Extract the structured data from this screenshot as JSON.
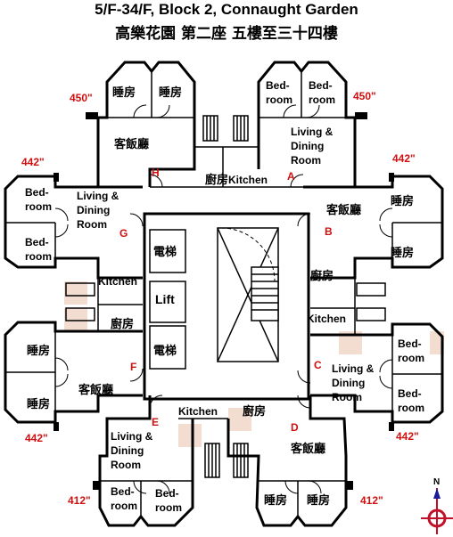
{
  "title_en": "5/F-34/F, Block 2, Connaught Garden",
  "title_zh": "高樂花園 第二座 五樓至三十四樓",
  "colors": {
    "wall": "#000000",
    "unit_letter": "#d01010",
    "area": "#d01010",
    "bath_tint": "#f3dcd0"
  },
  "areas": {
    "upper_left": "450\"",
    "upper_right": "450\"",
    "mid_left": "442\"",
    "mid_right": "442\"",
    "lower_left": "442\"",
    "lower_right": "442\"",
    "bottom_left": "412\"",
    "bottom_right": "412\""
  },
  "unit_letters": {
    "a": "A",
    "b": "B",
    "c": "C",
    "d": "D",
    "e": "E",
    "f": "F",
    "g": "G",
    "h": "H"
  },
  "rooms": {
    "bedroom_zh": "睡房",
    "living_zh": "客飯廳",
    "kitchen_zh": "廚房",
    "kitchen_en": "Kitchen",
    "bed": "Bed-",
    "room": "room",
    "living": "Living &",
    "dining": "Dining",
    "room_cap": "Room",
    "lift_zh": "電梯",
    "lift_en": "Lift"
  },
  "compass": {
    "north": "N"
  }
}
